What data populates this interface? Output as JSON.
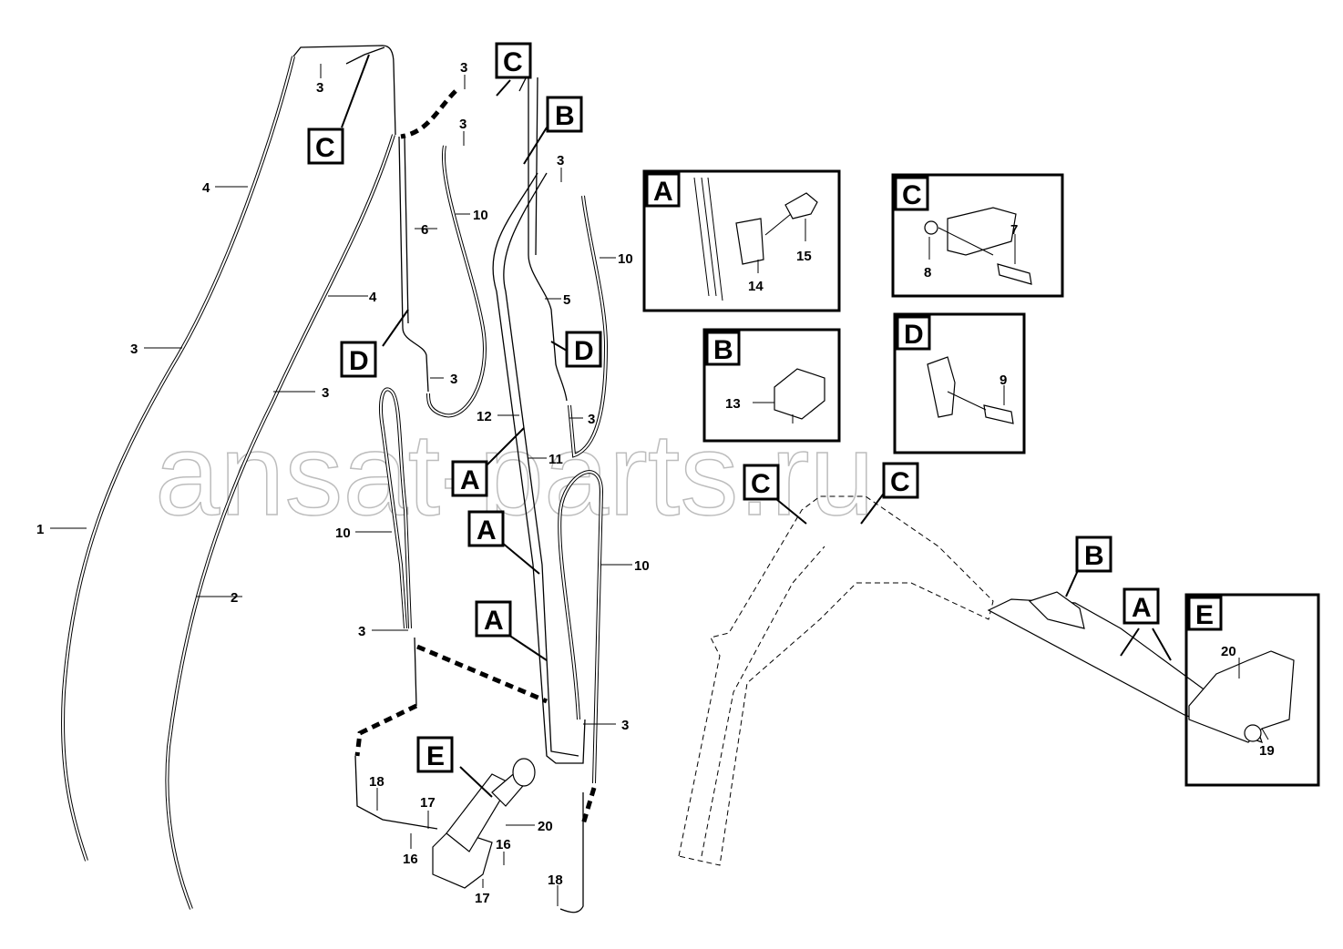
{
  "watermark": "ansat-parts.ru",
  "callouts": [
    "3",
    "3",
    "3",
    "3",
    "4",
    "6",
    "10",
    "10",
    "4",
    "5",
    "3",
    "3",
    "3",
    "3",
    "12",
    "11",
    "1",
    "10",
    "2",
    "10",
    "3",
    "3",
    "18",
    "17",
    "20",
    "16",
    "16",
    "17",
    "18"
  ],
  "letter_boxes": [
    "C",
    "C",
    "B",
    "D",
    "D",
    "A",
    "A",
    "A",
    "E",
    "C",
    "C",
    "B",
    "A"
  ],
  "insets": {
    "A": {
      "letter": "A",
      "parts": [
        "15",
        "14"
      ]
    },
    "C": {
      "letter": "C",
      "parts": [
        "7",
        "8"
      ]
    },
    "B": {
      "letter": "B",
      "parts": [
        "13"
      ]
    },
    "D": {
      "letter": "D",
      "parts": [
        "9"
      ]
    },
    "E": {
      "letter": "E",
      "parts": [
        "20",
        "19"
      ]
    }
  }
}
